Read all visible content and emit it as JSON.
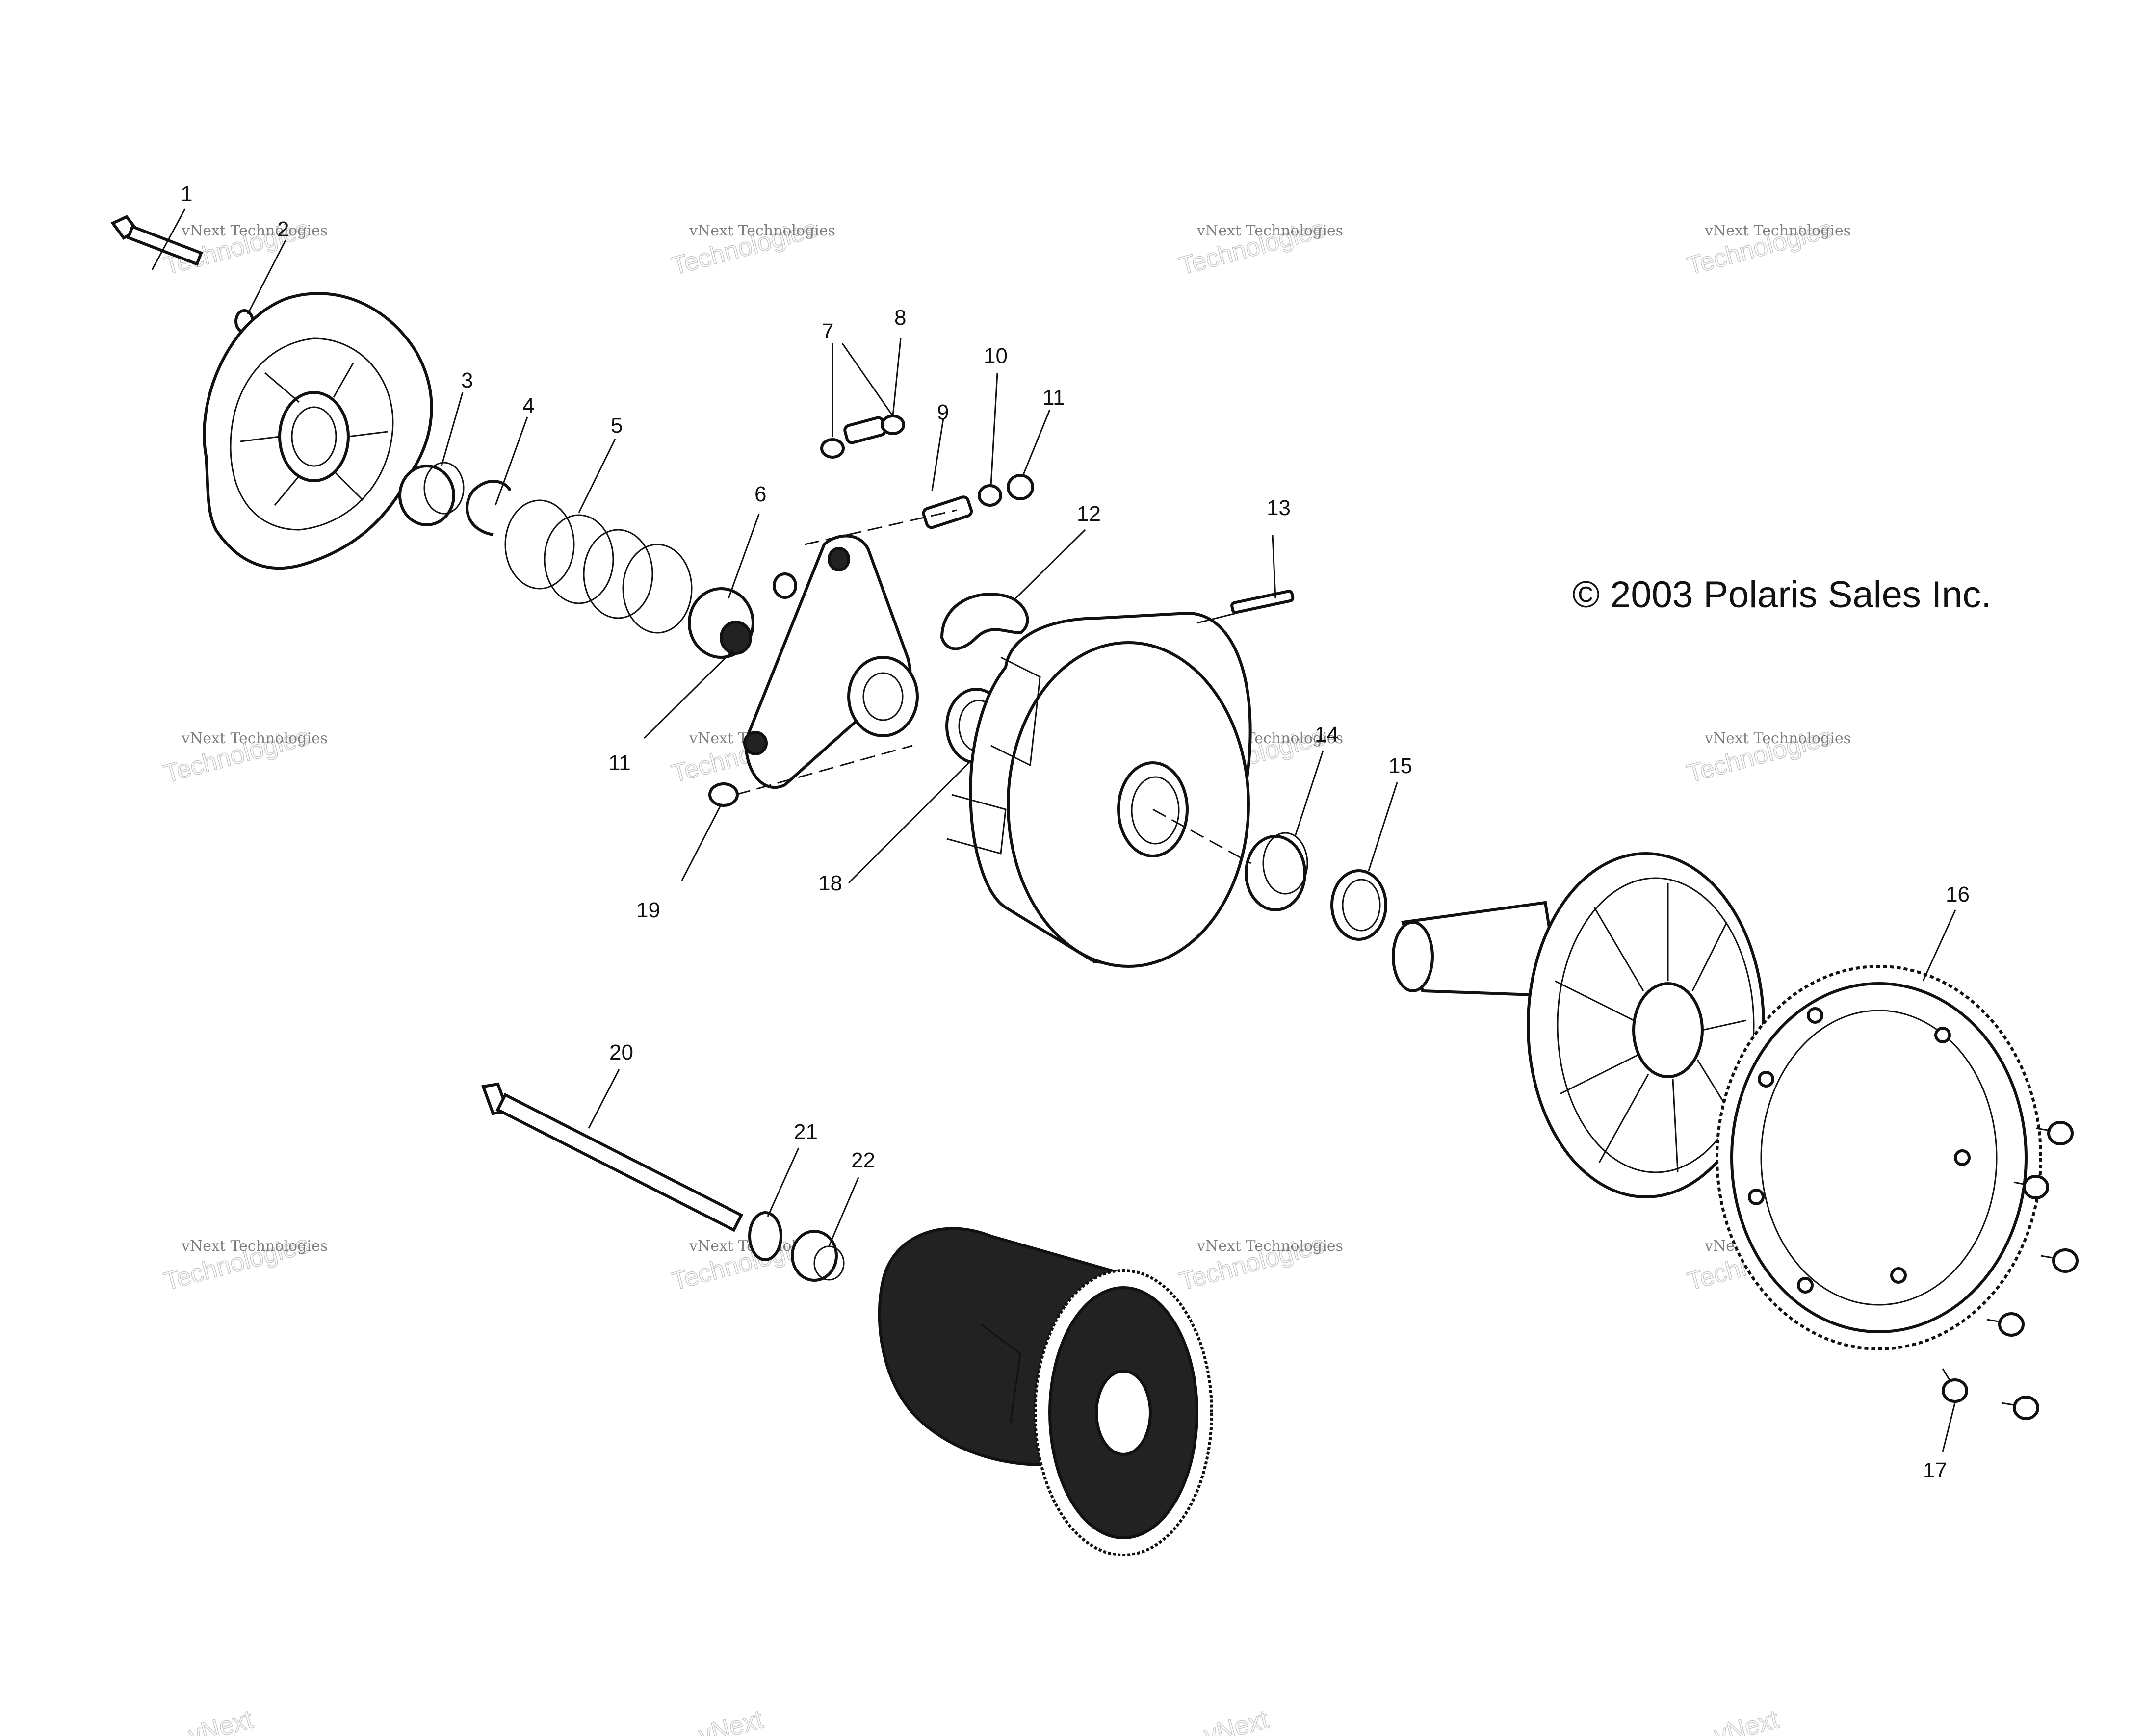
{
  "copyright": "© 2003 Polaris Sales Inc.",
  "watermark": {
    "line1": "vNext Technologies",
    "line2": "Technologies",
    "line3": "vNext"
  },
  "callouts": [
    "1",
    "2",
    "3",
    "4",
    "5",
    "6",
    "7",
    "8",
    "9",
    "10",
    "11",
    "11",
    "12",
    "13",
    "14",
    "15",
    "16",
    "17",
    "18",
    "19",
    "20",
    "21",
    "22"
  ]
}
